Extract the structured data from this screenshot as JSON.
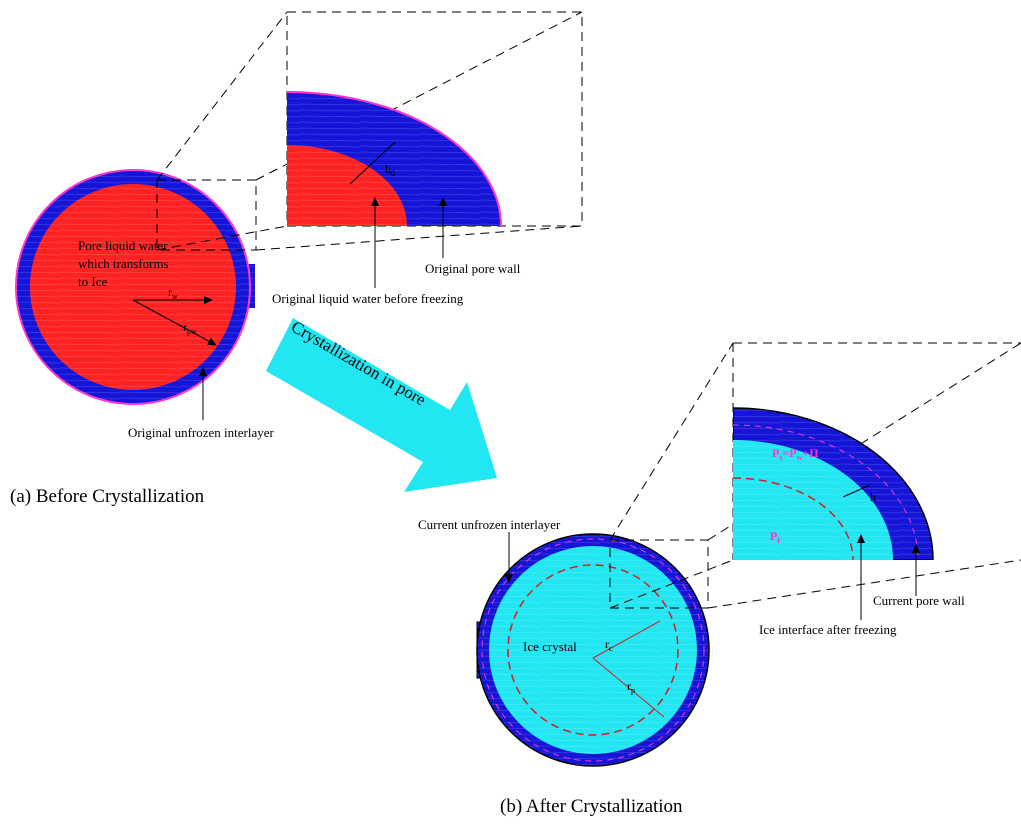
{
  "captions": {
    "a": "(a)  Before Crystallization",
    "b": "(b)  After Crystallization"
  },
  "arrow_label": "Crystallization in pore",
  "before": {
    "pore_water_label": [
      "Pore liquid water",
      "which transforms",
      "to Ice"
    ],
    "r_liquid": "r",
    "r_liquid_sub": "w",
    "r_pore": "r",
    "r_pore_sub": "pw",
    "h_original": "h",
    "h_original_sub": "0",
    "label_liquid_water": "Original liquid water before freezing",
    "label_pore_wall": "Original pore wall",
    "label_interlayer": "Original unfrozen interlayer"
  },
  "after": {
    "ice_crystal": "Ice crystal",
    "r_c": "r",
    "r_c_sub": "c",
    "r_p": "r",
    "r_p_sub": "p",
    "h_label": "h",
    "pressure_top": "P",
    "pressure_top_sub": "s",
    "pressure_top_rest": "=P",
    "pressure_top_sub2": "w",
    "pressure_top_end": "+Π",
    "pressure_ice": "P",
    "pressure_ice_sub": "i",
    "label_current_interlayer": "Current unfrozen interlayer",
    "label_ice_interface": "Ice interface after freezing",
    "label_current_wall": "Current pore wall"
  },
  "colors": {
    "liquid_water": "#ff2222",
    "interlayer": "#1515d8",
    "ice": "#22e6f2",
    "pore_wall_outline": "#ff33cc",
    "dashed_circle": "#cc2222",
    "big_arrow": "#22e6f2"
  }
}
